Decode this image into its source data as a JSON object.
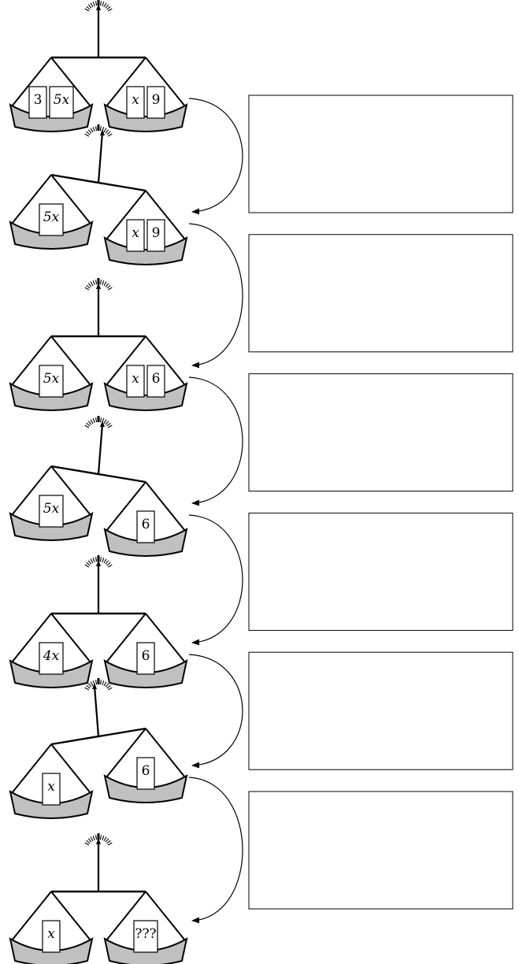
{
  "stages": [
    {
      "tilt": "level",
      "left_blocks": [
        "3",
        "5x"
      ],
      "right_blocks": [
        "x",
        "9"
      ]
    },
    {
      "tilt": "right",
      "left_blocks": [
        "5x"
      ],
      "right_blocks": [
        "x",
        "9"
      ]
    },
    {
      "tilt": "level",
      "left_blocks": [
        "5x"
      ],
      "right_blocks": [
        "x",
        "6"
      ]
    },
    {
      "tilt": "right",
      "left_blocks": [
        "5x"
      ],
      "right_blocks": [
        "6"
      ]
    },
    {
      "tilt": "level",
      "left_blocks": [
        "4x"
      ],
      "right_blocks": [
        "6"
      ]
    },
    {
      "tilt": "left",
      "left_blocks": [
        "x"
      ],
      "right_blocks": [
        "6"
      ]
    },
    {
      "tilt": "level",
      "left_blocks": [
        "x"
      ],
      "right_blocks": [
        "???"
      ]
    }
  ],
  "answer_boxes": [
    "",
    "",
    "",
    "",
    "",
    ""
  ],
  "colors": {
    "stroke": "#000000",
    "pan_fill": "#c0c0c0",
    "box_fill": "#ffffff"
  }
}
